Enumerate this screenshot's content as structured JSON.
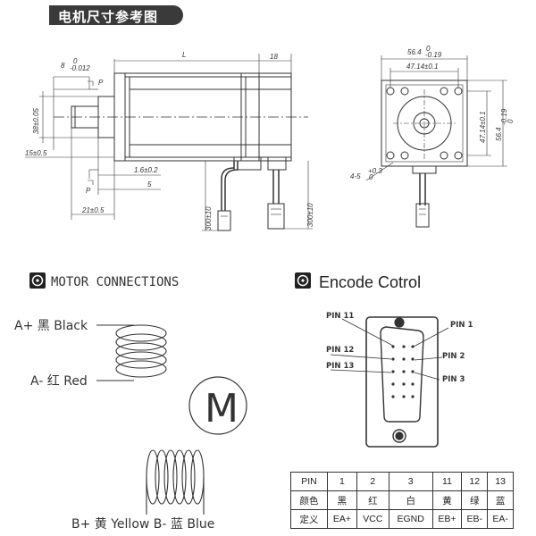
{
  "title": "电机尺寸参考图",
  "dimensions": {
    "L": "L",
    "d18": "18",
    "d8": "8",
    "d8_tol": "-0.012",
    "d8_tol_top": "0",
    "P1": "P",
    "P2": "P",
    "d38": "38±0.05",
    "d15": "15±0.5",
    "d16": "1.6±0.2",
    "d5": "5",
    "d21": "21±0.5",
    "d300a": "300±10",
    "d300b": "300±10",
    "d564top": "56.4",
    "d564top_tol": "-0.19",
    "d564top_tol0": "0",
    "d4714top": "47.14±0.1",
    "d4714side": "47.14±0.1",
    "d564side": "56.4",
    "d564side_tol": "-0.19",
    "d564side_tol0": "0",
    "d45": "4-5",
    "d45_tol": "+0.3",
    "d45_tol0": "0"
  },
  "motor_connections": {
    "heading": "MOTOR CONNECTIONS",
    "a_plus": "A+ 黑 Black",
    "a_minus": "A- 红 Red",
    "b_line": "B+ 黄 Yellow  B- 蓝 Blue",
    "motor_symbol": "M"
  },
  "encoder": {
    "heading": "Encode Cotrol",
    "pin11": "PIN 11",
    "pin1": "PIN 1",
    "pin12": "PIN 12",
    "pin2": "PIN 2",
    "pin13": "PIN 13",
    "pin3": "PIN 3"
  },
  "pin_table": {
    "header": [
      "PIN",
      "1",
      "2",
      "3",
      "11",
      "12",
      "13"
    ],
    "color_row": [
      "颜色",
      "黑",
      "红",
      "白",
      "黄",
      "绿",
      "蓝"
    ],
    "def_row": [
      "定义",
      "EA+",
      "VCC",
      "EGND",
      "EB+",
      "EB-",
      "EA-"
    ]
  }
}
